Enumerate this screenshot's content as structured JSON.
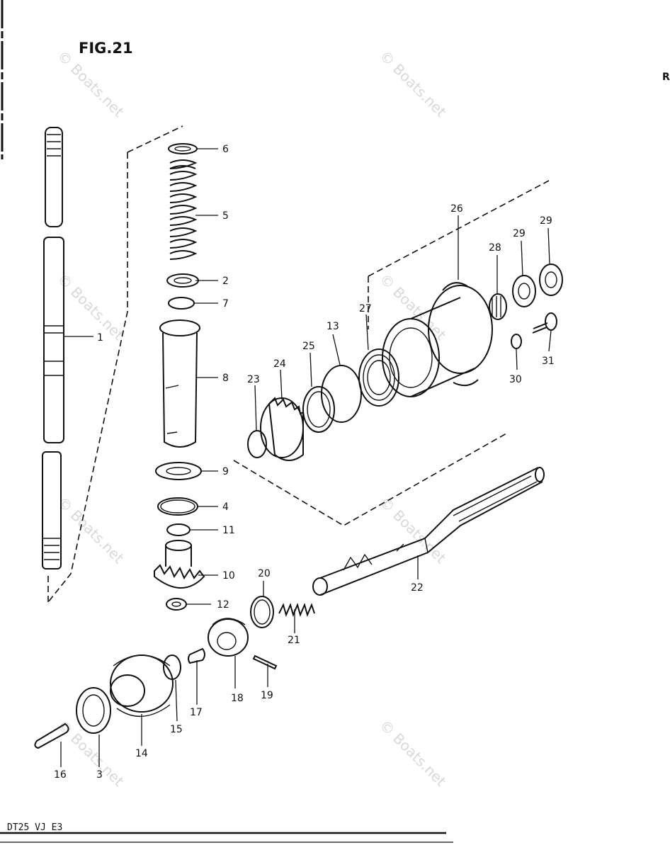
{
  "figure": {
    "title": "FIG.21",
    "corner_mark": "R",
    "footer": "DT25  VJ  E3"
  },
  "watermark": {
    "text": "© Boats.net"
  },
  "callouts": [
    {
      "key": "p1",
      "number": "1"
    },
    {
      "key": "p2",
      "number": "2"
    },
    {
      "key": "p3",
      "number": "3"
    },
    {
      "key": "p4",
      "number": "4"
    },
    {
      "key": "p5",
      "number": "5"
    },
    {
      "key": "p6",
      "number": "6"
    },
    {
      "key": "p7",
      "number": "7"
    },
    {
      "key": "p8",
      "number": "8"
    },
    {
      "key": "p9",
      "number": "9"
    },
    {
      "key": "p10",
      "number": "10"
    },
    {
      "key": "p11",
      "number": "11"
    },
    {
      "key": "p12",
      "number": "12"
    },
    {
      "key": "p13",
      "number": "13"
    },
    {
      "key": "p14",
      "number": "14"
    },
    {
      "key": "p15",
      "number": "15"
    },
    {
      "key": "p16",
      "number": "16"
    },
    {
      "key": "p17",
      "number": "17"
    },
    {
      "key": "p18",
      "number": "18"
    },
    {
      "key": "p19",
      "number": "19"
    },
    {
      "key": "p20",
      "number": "20"
    },
    {
      "key": "p21",
      "number": "21"
    },
    {
      "key": "p22",
      "number": "22"
    },
    {
      "key": "p23",
      "number": "23"
    },
    {
      "key": "p24",
      "number": "24"
    },
    {
      "key": "p25",
      "number": "25"
    },
    {
      "key": "p26",
      "number": "26"
    },
    {
      "key": "p27",
      "number": "27"
    },
    {
      "key": "p28",
      "number": "28"
    },
    {
      "key": "p29a",
      "number": "29"
    },
    {
      "key": "p29b",
      "number": "29"
    },
    {
      "key": "p30",
      "number": "30"
    },
    {
      "key": "p31",
      "number": "31"
    }
  ]
}
